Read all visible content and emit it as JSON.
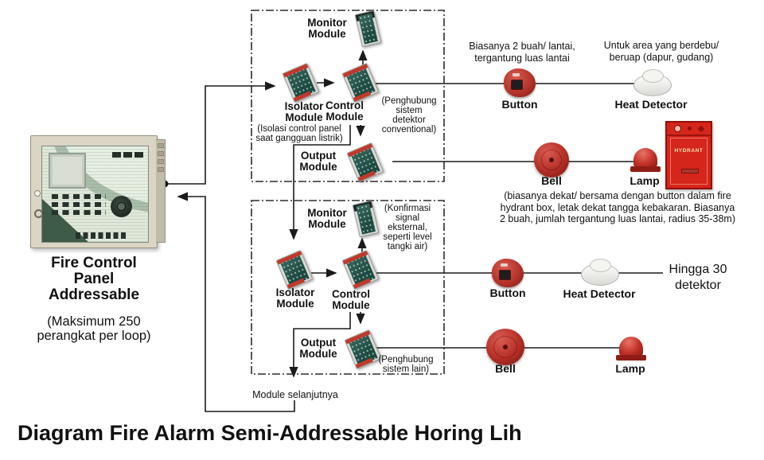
{
  "title": "Diagram Fire Alarm Semi-Addressable Horing Lih",
  "panel": {
    "name": "Fire Control\nPanel\nAddressable",
    "note": "(Maksimum 250\nperangkat per loop)"
  },
  "loop1": {
    "monitor": "Monitor\nModule",
    "isolator": "Isolator\nModule",
    "isolator_note": "(Isolasi control panel\nsaat gangguan listrik)",
    "control": "Control\nModule",
    "control_note": "(Penghubung\nsistem\ndetektor\nconventional)",
    "output": "Output\nModule"
  },
  "loop2": {
    "monitor": "Monitor\nModule",
    "monitor_note": "(Konfirmasi\nsignal\neksternal,\nseperti level\ntangki air)",
    "isolator": "Isolator\nModule",
    "control": "Control\nModule",
    "output": "Output\nModule",
    "output_note": "(Penghubung\nsistem lain)"
  },
  "flow": {
    "next_module": "Module selanjutnya"
  },
  "devices": {
    "row1": {
      "button": "Button",
      "button_note": "Biasanya 2 buah/ lantai,\ntergantung luas lantai",
      "heat": "Heat Detector",
      "heat_note": "Untuk area yang berdebu/\nberuap (dapur, gudang)"
    },
    "row2": {
      "bell": "Bell",
      "lamp": "Lamp",
      "hydrant": "HYDRANT",
      "note": "(biasanya dekat/ bersama dengan button dalam fire\nhydrant box, letak dekat tangga kebakaran. Biasanya\n2 buah, jumlah tergantung luas lantai, radius 35-38m)"
    },
    "row3": {
      "button": "Button",
      "heat": "Heat Detector",
      "capacity_note": "Hingga 30\ndetektor"
    },
    "row4": {
      "bell": "Bell",
      "lamp": "Lamp"
    }
  },
  "colors": {
    "device_red": "#b92f27",
    "hydrant_red": "#d6251b",
    "pcb_green": "#2a5d52",
    "line": "#1b1b1b"
  }
}
